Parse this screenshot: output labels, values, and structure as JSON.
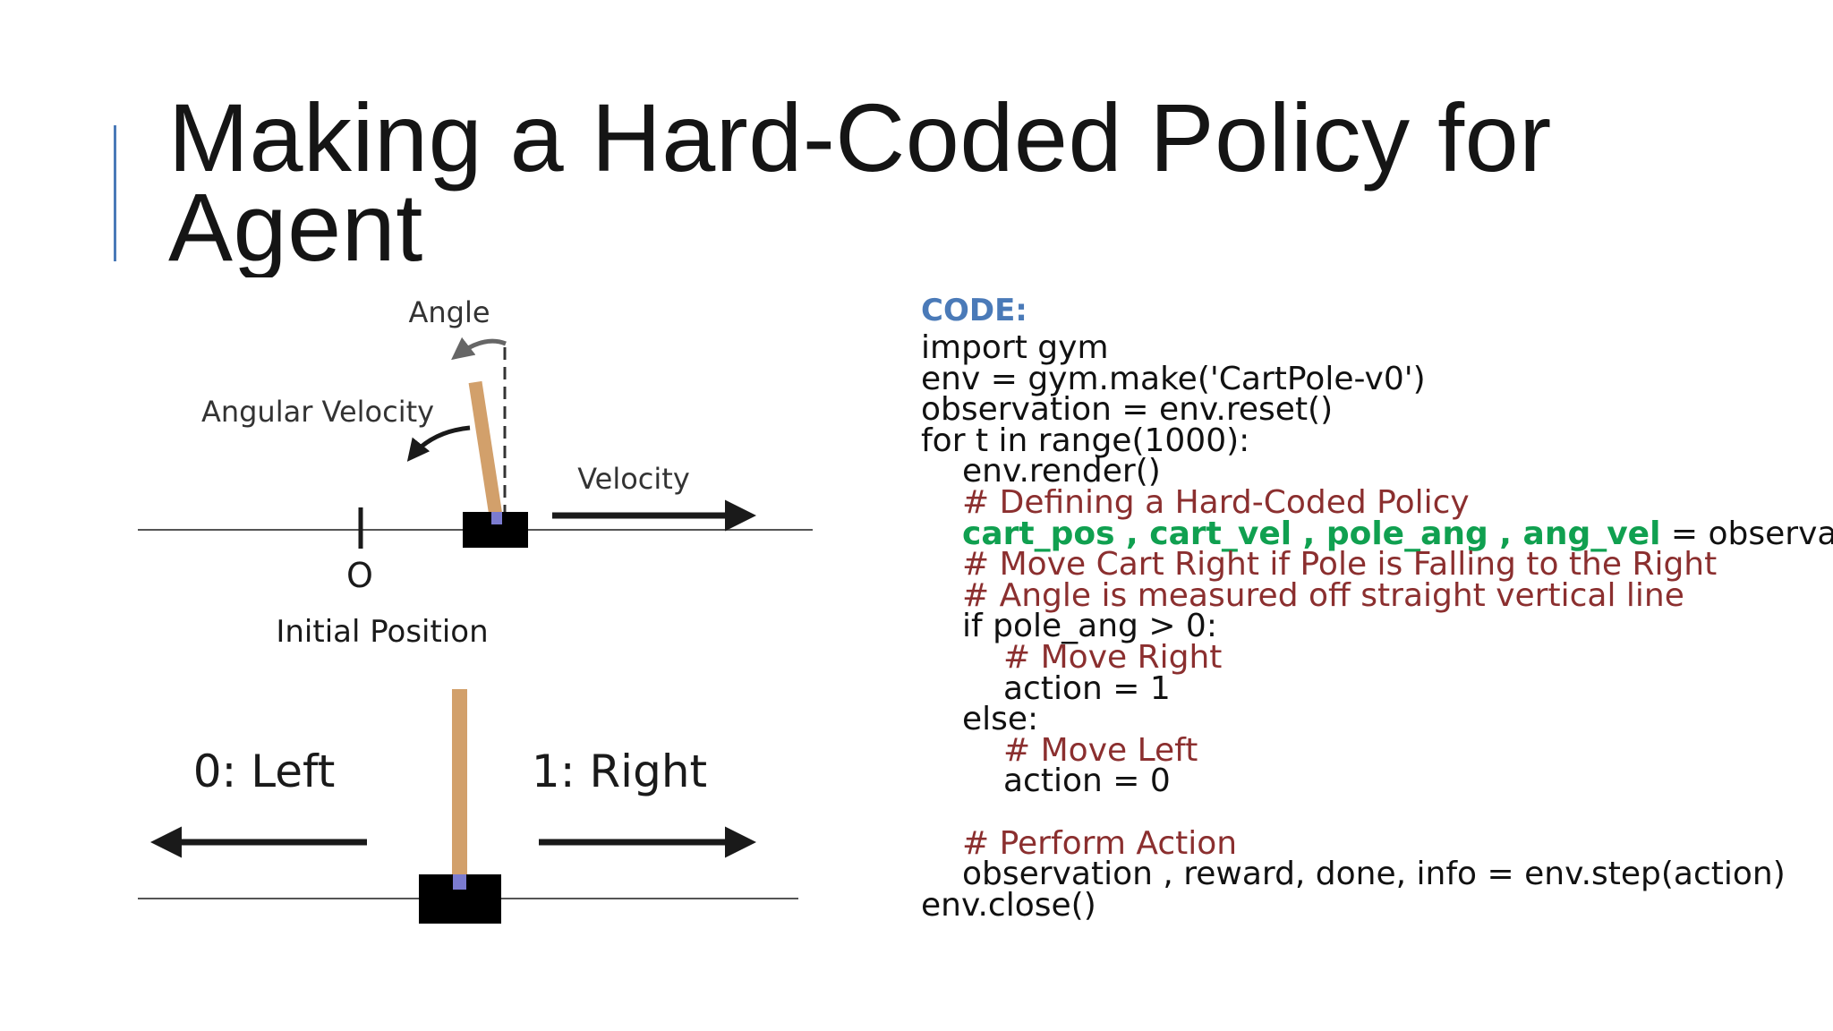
{
  "title": {
    "line1": "Making a Hard-Coded Policy for",
    "line2": "Agent"
  },
  "diagram_top": {
    "angle_label": "Angle",
    "angular_velocity_label": "Angular Velocity",
    "velocity_label": "Velocity",
    "origin_label": "O",
    "initial_position_label": "Initial Position"
  },
  "diagram_bottom": {
    "left_label": "0: Left",
    "right_label": "1: Right"
  },
  "code": {
    "heading": "CODE:",
    "line1": "import gym",
    "line2": "env = gym.make('CartPole-v0')",
    "line3": "observation = env.reset()",
    "line4": "for t in range(1000):",
    "line5": "env.render()",
    "line6": "# Defining a Hard-Coded Policy",
    "line7_vars": "cart_pos , cart_vel , pole_ang , ang_vel",
    "line7_rest": " = observation",
    "line8": "# Move Cart Right if Pole is Falling to the Right",
    "line9": "# Angle is measured off straight vertical line",
    "line10": "if pole_ang > 0:",
    "line11": "# Move Right",
    "line12": "action = 1",
    "line13": "else:",
    "line14": "# Move Left",
    "line15": "action = 0",
    "line16": "",
    "line17": "# Perform Action",
    "line18": "observation , reward, done, info = env.step(action)",
    "line19": "env.close()"
  },
  "colors": {
    "accent": "#4a7ab8",
    "comment": "#8b2f2f",
    "variable": "#10a050",
    "pole": "#d2a06b",
    "cart": "#000000",
    "pivot": "#7b7bd0"
  }
}
